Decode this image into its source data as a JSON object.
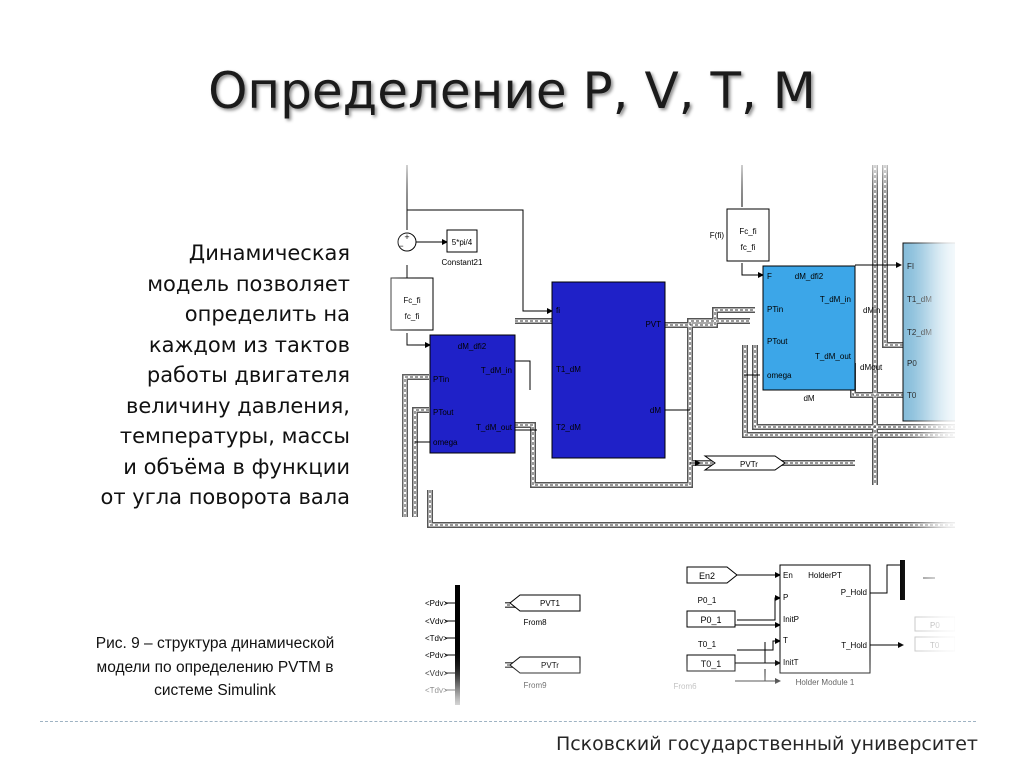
{
  "slide": {
    "title": "Определение P, V, T, M",
    "body_lines": [
      "Динамическая",
      "модель позволяет",
      "определить на",
      "каждом из тактов",
      "работы двигателя",
      "величину давления,",
      "температуры, массы",
      "и объёма в функции",
      "от угла поворота вала"
    ],
    "caption_lines": [
      "Рис. 9 – структура динамической",
      "модели по определению PVTM в",
      "системе Simulink"
    ],
    "footer": "Псковский государственный университет"
  },
  "diagram": {
    "constant_value": "5*pi/4",
    "constant_name": "Constant21",
    "fcn_label": "Fc_fi",
    "fcn_label_rot": "fc_fi",
    "fcn_input": "F(fi)",
    "sum_plus": "+",
    "sum_minus": "−",
    "blue_left": {
      "top": "dM_dfi2",
      "port_ptin": "PTin",
      "port_ptout": "PTout",
      "port_omega": "omega",
      "out_t_in": "T_dM_in",
      "out_t_out": "T_dM_out"
    },
    "blue_mid": {
      "in_1": "fi",
      "in_2": "T1_dM",
      "in_3": "T2_dM",
      "out_1": "PVT",
      "out_2": "dM"
    },
    "dm_block": {
      "port_f": "F",
      "title": "dM_dfi2",
      "port_ptin": "PTin",
      "port_ptout": "PTout",
      "port_omega": "omega",
      "out_t_in": "T_dM_in",
      "out_t_out": "T_dM_out",
      "name": "dM"
    },
    "right_block": {
      "in_fi": "FI",
      "in_t1": "T1_dM",
      "in_t2": "T2_dM",
      "in_p0": "P0",
      "in_t0": "T0",
      "sig_dmin": "dMin",
      "sig_dmout": "dMout"
    },
    "goto_pvtr": "PVTr",
    "from_pvt1": "PVT1",
    "from8_name": "From8",
    "from_pvtr": "PVTr",
    "from9_name": "From9",
    "from6_name": "From6",
    "sel_labels": [
      "<Pdv>",
      "<Vdv>",
      "<Tdv>",
      "<Pdv>",
      "<Vdv>",
      "<Tdv>"
    ],
    "en2": "En2",
    "p0_1_label": "P0_1",
    "p0_1": "P0_1",
    "t0_1_label": "T0_1",
    "t0_1": "T0_1",
    "holder": {
      "in_en": "En",
      "title": "HolderPT",
      "in_p": "P",
      "in_initp": "InitP",
      "in_t": "T",
      "in_initt": "InitT",
      "out_p": "P_Hold",
      "out_t": "T_Hold",
      "name": "Holder Module 1"
    },
    "goto_p0": "P0",
    "goto_t0": "T0"
  }
}
